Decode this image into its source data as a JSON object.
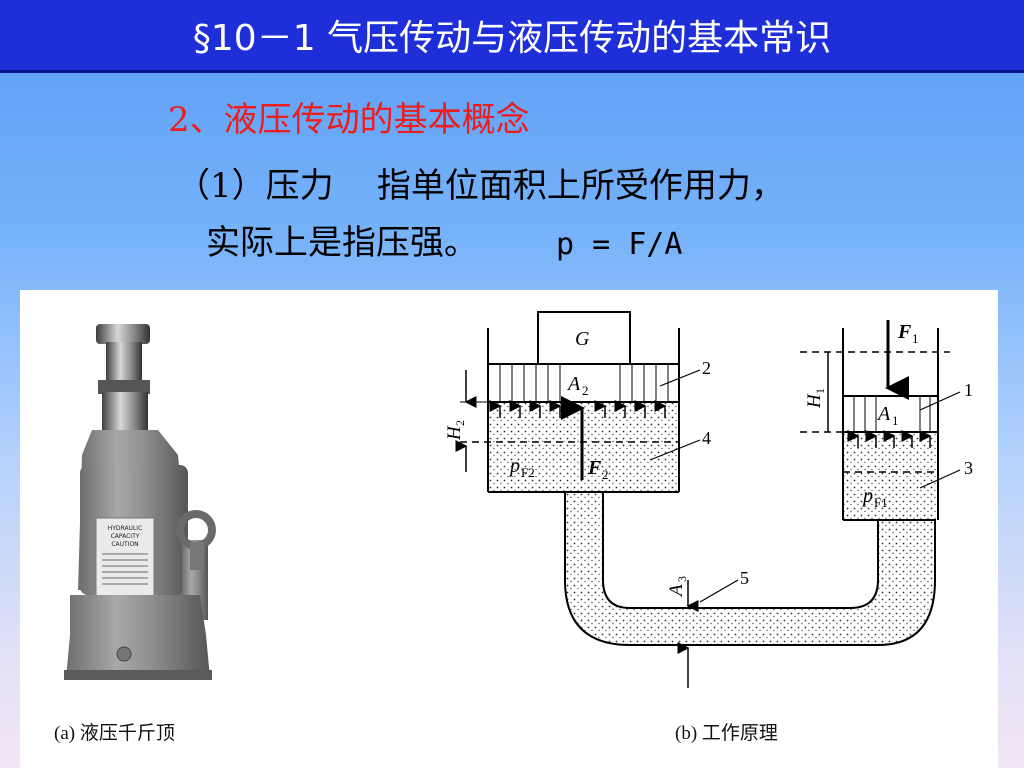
{
  "slide": {
    "title": "§10－1 气压传动与液压传动的基本常识",
    "subtitle": "2、液压传动的基本概念",
    "line1": "（1）压力    指单位面积上所受作用力，",
    "line2": "实际上是指压强。",
    "formula": "p = F/A"
  },
  "figure": {
    "caption_a": "(a)  液压千斤顶",
    "caption_b": "(b)  工作原理",
    "jack_label": [
      "HYDRAULIC",
      "CAPACITY",
      "CAUTION"
    ],
    "labels": {
      "G": "G",
      "A2": "A",
      "A2_sub": "2",
      "A1": "A",
      "A1_sub": "1",
      "H2": "H",
      "H2_sub": "2",
      "H1": "H",
      "H1_sub": "1",
      "F2": "F",
      "F2_sub": "2",
      "F1": "F",
      "F1_sub": "1",
      "pF2": "p",
      "pF2_sub": "F2",
      "pF1": "p",
      "pF1_sub": "F1",
      "A3": "A",
      "A3_sub": "3",
      "n1": "1",
      "n2": "2",
      "n3": "3",
      "n4": "4",
      "n5": "5"
    }
  }
}
